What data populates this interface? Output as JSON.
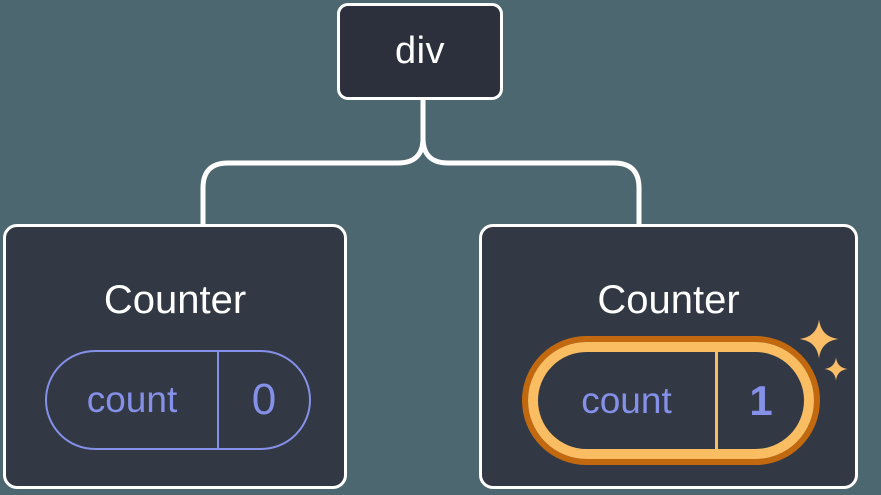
{
  "diagram": {
    "root": {
      "label": "div"
    },
    "children": [
      {
        "title": "Counter",
        "state_key": "count",
        "state_value": "0",
        "highlighted": false
      },
      {
        "title": "Counter",
        "state_key": "count",
        "state_value": "1",
        "highlighted": true
      }
    ]
  },
  "colors": {
    "background": "#4D6770",
    "node_fill": "#2B303C",
    "card_fill": "#333845",
    "border": "#FFFFFF",
    "connector": "#FFFFFF",
    "state_purple": "#8590E8",
    "highlight_orange_outer": "#C2690F",
    "highlight_orange_inner": "#FABD62",
    "sparkle": "#F9BE67"
  }
}
